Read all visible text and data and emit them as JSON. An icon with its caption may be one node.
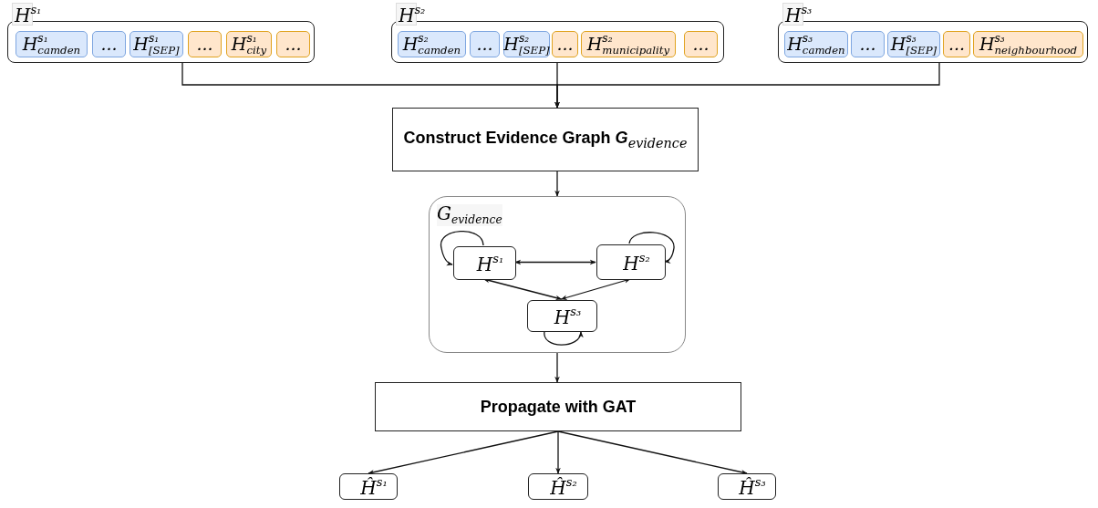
{
  "diagram": {
    "nodes": [
      {
        "text": [
          "H$^{s₁}$"
        ]
      },
      {
        "text": [
          "H$^{s₁}$$_{camden}$"
        ],
        "in": 0
      },
      {
        "text": [
          "..."
        ],
        "in": 0
      },
      {
        "text": [
          "H$^{s₁}$$_{[SEP]}$"
        ],
        "in": 0
      },
      {
        "text": [
          "..."
        ],
        "in": 0
      },
      {
        "text": [
          "H$^{s₁}$$_{city}$"
        ],
        "in": 0
      },
      {
        "text": [
          "..."
        ],
        "in": 0
      },
      {
        "text": [
          "H$^{s₂}$"
        ]
      },
      {
        "text": [
          "H$^{s₂}$$_{camden}$"
        ],
        "in": 7
      },
      {
        "text": [
          "..."
        ],
        "in": 7
      },
      {
        "text": [
          "H$^{s₂}$$_{[SEP]}$"
        ],
        "in": 7
      },
      {
        "text": [
          "..."
        ],
        "in": 7
      },
      {
        "text": [
          "H$^{s₂}$$_{municipality}$"
        ],
        "in": 7
      },
      {
        "text": [
          "..."
        ],
        "in": 7
      },
      {
        "text": [
          "H$^{s₃}$"
        ]
      },
      {
        "text": [
          "H$^{s₃}$$_{camden}$"
        ],
        "in": 14
      },
      {
        "text": [
          "..."
        ],
        "in": 14
      },
      {
        "text": [
          "H$^{s₃}$$_{[SEP]}$"
        ],
        "in": 14
      },
      {
        "text": [
          "..."
        ],
        "in": 14
      },
      {
        "text": [
          "H$^{s₃}$$_{neighbourhood}$"
        ],
        "in": 14
      },
      {
        "text": [
          "Construct Evidence Graph *G*$_{evidence}$"
        ]
      },
      {
        "text": [
          "G$_{evidence}$"
        ]
      },
      {
        "text": [
          "H$^{s₁}$"
        ],
        "in": 21
      },
      {
        "text": [
          "H$^{s₂}$"
        ],
        "in": 21
      },
      {
        "text": [
          "H$^{s₃}$"
        ],
        "in": 21
      },
      {
        "text": [
          "Propagate with GAT"
        ]
      },
      {
        "text": [
          "Ĥ$^{s₁}$"
        ]
      },
      {
        "text": [
          "Ĥ$^{s₂}$"
        ]
      },
      {
        "text": [
          "Ĥ$^{s₃}$"
        ]
      }
    ],
    "edges": [
      {
        "from": 0,
        "to": 20,
        "arrow": "to"
      },
      {
        "from": 7,
        "to": 20,
        "arrow": "to"
      },
      {
        "from": 14,
        "to": 20,
        "arrow": "to"
      },
      {
        "from": 20,
        "to": 21,
        "arrow": "to"
      },
      {
        "from": 22,
        "to": 22,
        "arrow": "to"
      },
      {
        "from": 23,
        "to": 23,
        "arrow": "to"
      },
      {
        "from": 22,
        "to": 23,
        "arrow": "both"
      },
      {
        "from": 22,
        "to": 24,
        "arrow": "both"
      },
      {
        "from": 23,
        "to": 24,
        "arrow": "both"
      },
      {
        "from": 24,
        "to": 24,
        "arrow": "to"
      },
      {
        "from": 21,
        "to": 25,
        "arrow": "to"
      },
      {
        "from": 25,
        "to": 26,
        "arrow": "to"
      },
      {
        "from": 25,
        "to": 27,
        "arrow": "to"
      },
      {
        "from": 25,
        "to": 28,
        "arrow": "to"
      }
    ]
  }
}
